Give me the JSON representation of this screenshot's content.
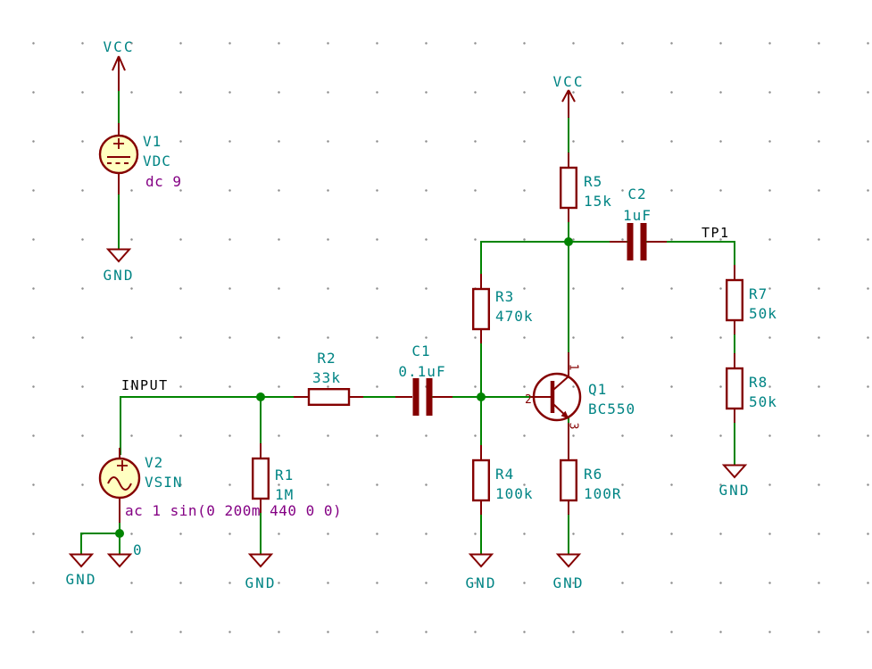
{
  "power": {
    "vcc": "VCC",
    "gnd": "GND",
    "zero": "0"
  },
  "net_labels": {
    "input": "INPUT",
    "tp1": "TP1"
  },
  "components": {
    "v1": {
      "ref": "V1",
      "value": "VDC",
      "param": "dc 9"
    },
    "v2": {
      "ref": "V2",
      "value": "VSIN",
      "param": "ac 1 sin(0 200m 440 0 0)"
    },
    "r1": {
      "ref": "R1",
      "value": "1M"
    },
    "r2": {
      "ref": "R2",
      "value": "33k"
    },
    "r3": {
      "ref": "R3",
      "value": "470k"
    },
    "r4": {
      "ref": "R4",
      "value": "100k"
    },
    "r5": {
      "ref": "R5",
      "value": "15k"
    },
    "r6": {
      "ref": "R6",
      "value": "100R"
    },
    "r7": {
      "ref": "R7",
      "value": "50k"
    },
    "r8": {
      "ref": "R8",
      "value": "50k"
    },
    "c1": {
      "ref": "C1",
      "value": "0.1uF"
    },
    "c2": {
      "ref": "C2",
      "value": "1uF"
    },
    "q1": {
      "ref": "Q1",
      "value": "BC550",
      "pins": {
        "p1": "1",
        "p2": "2",
        "p3": "3"
      }
    }
  },
  "colors": {
    "wire": "#008400",
    "component_outline": "#840000",
    "component_fill": "#FFFFC2",
    "field_text": "#008484",
    "spice_param_text": "#840084",
    "net_label_text": "#000000"
  }
}
